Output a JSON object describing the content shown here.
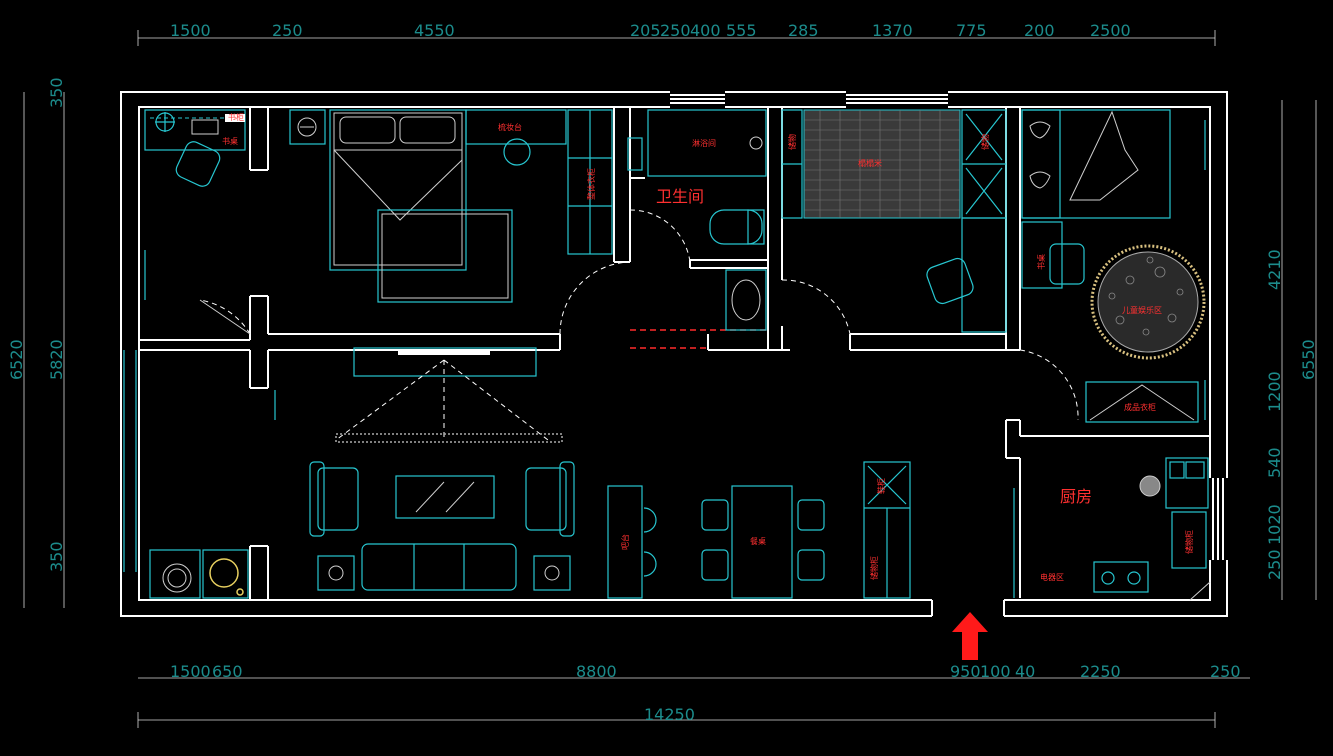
{
  "dimensions": {
    "top": [
      "1500",
      "250",
      "4550",
      "205",
      "250",
      "400",
      "555",
      "285",
      "1370",
      "775",
      "200",
      "2500"
    ],
    "bottom": [
      "1500",
      "650",
      "8800",
      "950",
      "100",
      "40",
      "2250",
      "250"
    ],
    "total": "14250",
    "left_outer": "6520",
    "left_inner": [
      "350",
      "5820",
      "350"
    ],
    "right_outer": "6550",
    "right_inner": [
      "4210",
      "1200",
      "540",
      "1020",
      "250"
    ]
  },
  "rooms": {
    "bathroom": "卫生间",
    "kitchen": "厨房"
  },
  "labels": {
    "book_cabinet": "书柜",
    "desk": "书桌",
    "dressing_table": "梳妆台",
    "wardrobe_left": "整体衣柜",
    "shower": "淋浴间",
    "tatami": "榻榻米",
    "storage_l": "储物",
    "storage_r": "储物",
    "desk_kids": "书桌",
    "play_area": "儿童娱乐区",
    "wardrobe_kids": "成品衣柜",
    "bar": "吧台",
    "dining_table": "餐桌",
    "appliance_zone": "电器区",
    "shoe_cabinet": "鞋柜",
    "storage_cabinet": "储物柜"
  },
  "colors": {
    "wall": "#ffffff",
    "furniture": "#27c6d0",
    "dimension": "#1c8c8c",
    "label": "#ff3030",
    "entry_arrow": "#ff1a1a"
  }
}
